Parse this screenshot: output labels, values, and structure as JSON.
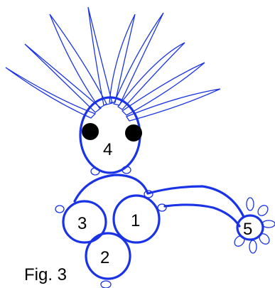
{
  "figure": {
    "caption": "Fig. 3",
    "labels": {
      "part_1": "1",
      "part_2": "2",
      "part_3": "3",
      "part_4": "4",
      "part_5": "5"
    },
    "colors": {
      "outline": "#1a33e6",
      "eyes": "#000000",
      "text": "#000000"
    }
  }
}
